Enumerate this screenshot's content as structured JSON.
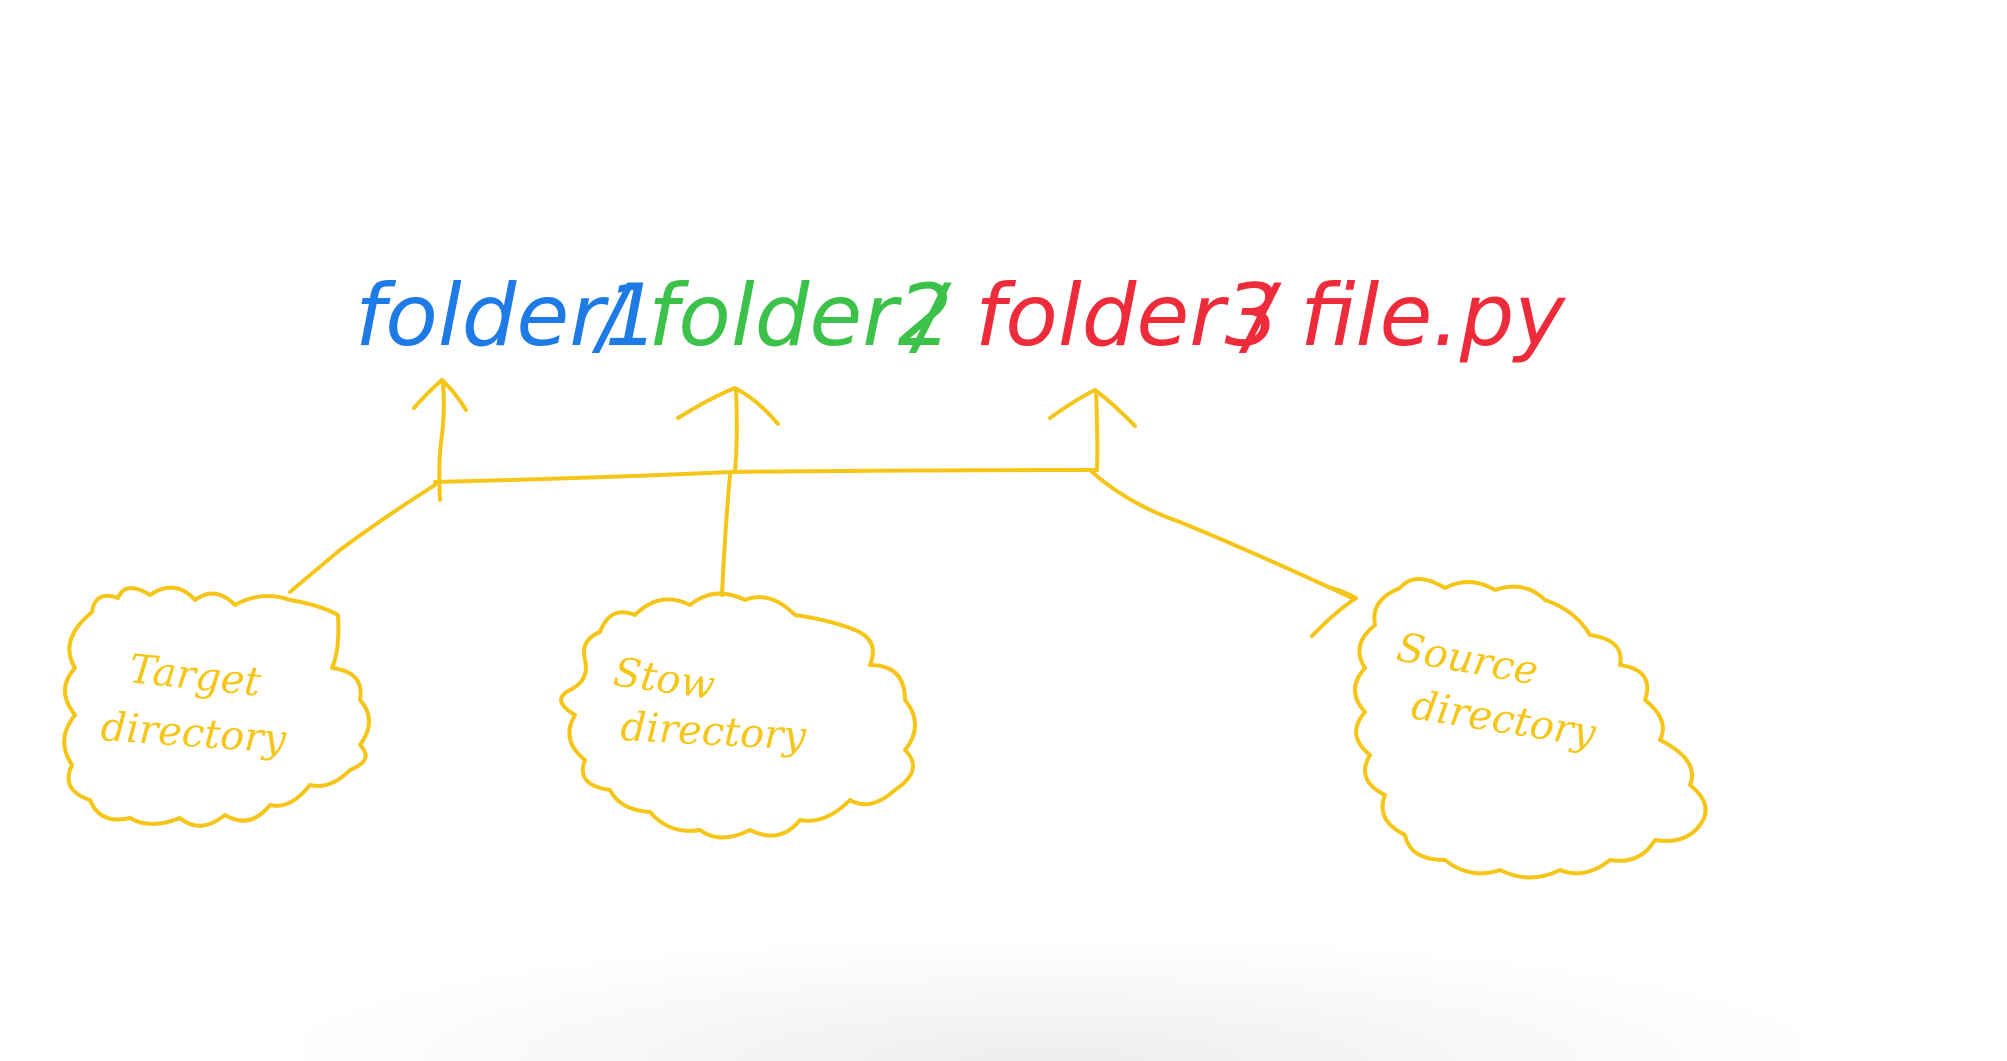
{
  "path": {
    "segments": [
      {
        "id": "folder1",
        "text": "folder1",
        "color": "#1e7be6"
      },
      {
        "id": "sep1",
        "text": "/",
        "color": "#1e7be6"
      },
      {
        "id": "folder2",
        "text": "folder2",
        "color": "#3cc24a"
      },
      {
        "id": "sep2",
        "text": "/",
        "color": "#3cc24a"
      },
      {
        "id": "folder3",
        "text": "folder3",
        "color": "#ee2b3b"
      },
      {
        "id": "sep3",
        "text": "/",
        "color": "#ee2b3b"
      },
      {
        "id": "file",
        "text": "file.py",
        "color": "#ee2b3b"
      }
    ]
  },
  "clouds": {
    "target": {
      "line1": "Target",
      "line2": "directory"
    },
    "stow": {
      "line1": "Stow",
      "line2": "directory"
    },
    "source": {
      "line1": "Source",
      "line2": "directory"
    }
  },
  "colors": {
    "connector": "#f5c518",
    "background": "#ffffff"
  }
}
